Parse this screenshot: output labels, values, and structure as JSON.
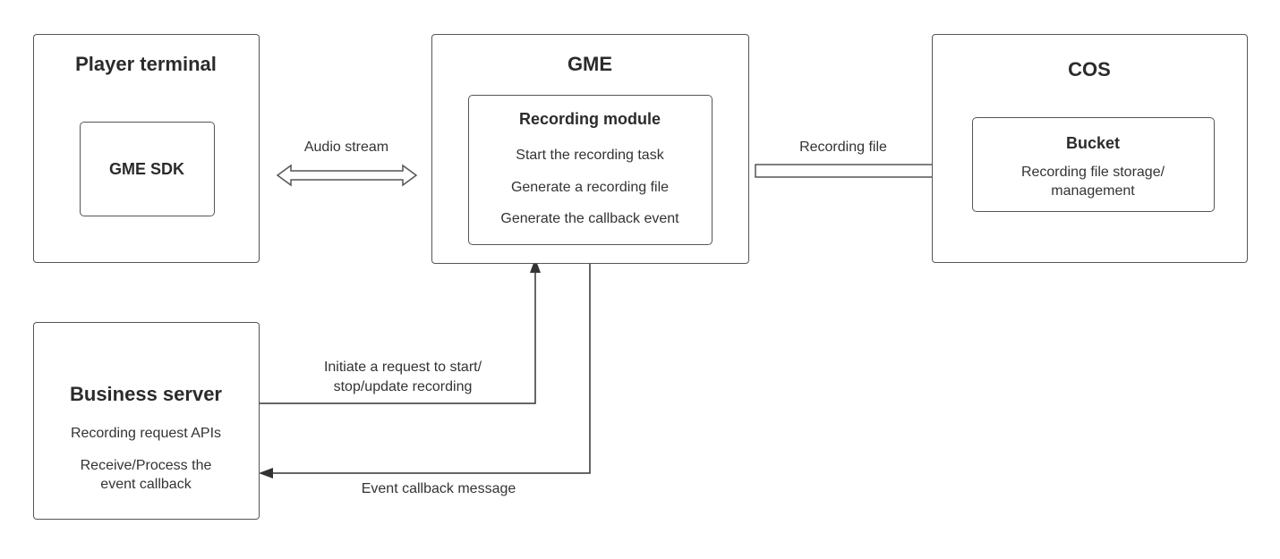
{
  "player_terminal": {
    "title": "Player terminal",
    "sdk_label": "GME SDK"
  },
  "gme": {
    "title": "GME",
    "module_title": "Recording module",
    "steps": [
      "Start the recording task",
      "Generate a recording file",
      "Generate the callback event"
    ]
  },
  "cos": {
    "title": "COS",
    "bucket_title": "Bucket",
    "bucket_lines": [
      "Recording file storage/",
      "management"
    ]
  },
  "business_server": {
    "title": "Business server",
    "lines": [
      "Recording request APIs",
      "Receive/Process the",
      "event callback"
    ]
  },
  "edges": {
    "audio_stream": "Audio stream",
    "recording_file": "Recording file",
    "request_lines": [
      "Initiate a request to start/",
      "stop/update recording"
    ],
    "callback_message": "Event callback message"
  }
}
